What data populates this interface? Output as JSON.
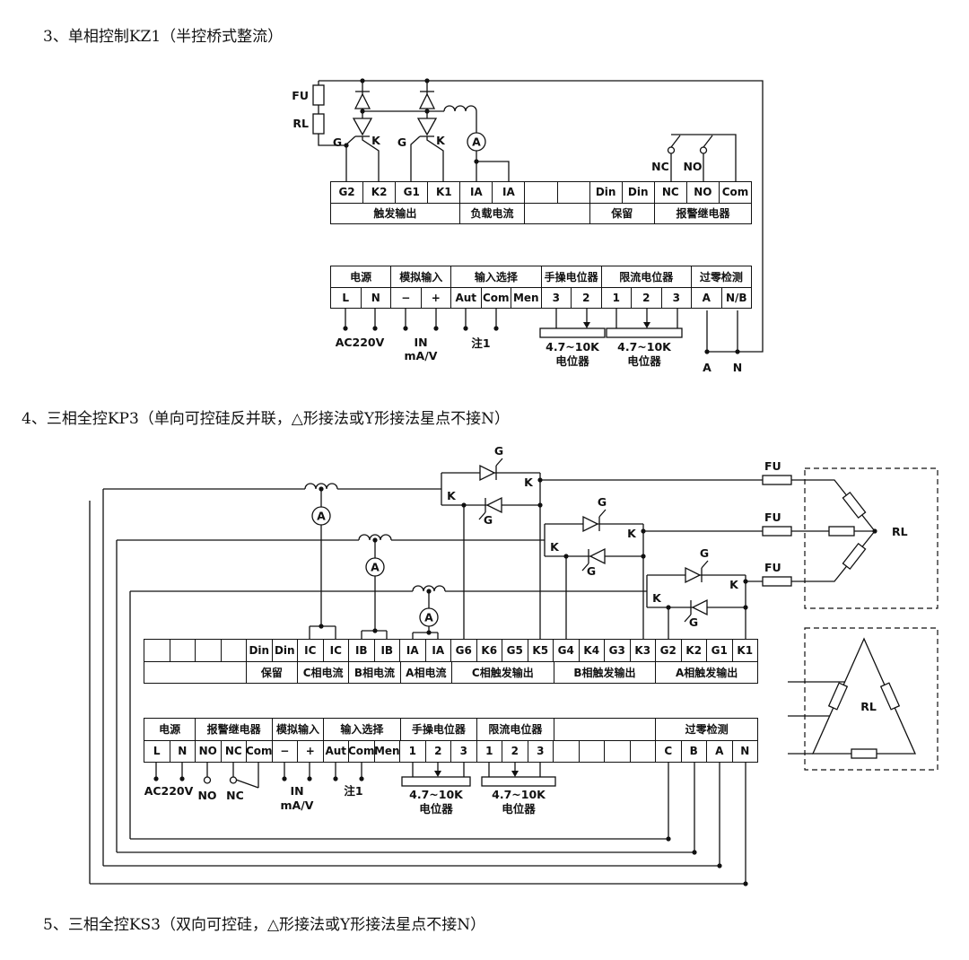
{
  "titles": {
    "s3": "3、单相控制KZ1（半控桥式整流）",
    "s4": "4、三相全控KP3（单向可控硅反并联，△形接法或Y形接法星点不接N）",
    "s5": "5、三相全控KS3（双向可控硅，△形接法或Y形接法星点不接N）"
  },
  "sym": {
    "g": "G",
    "k": "K",
    "a": "A",
    "fu": "FU",
    "rl": "RL",
    "nc": "NC",
    "no": "NO"
  },
  "kz1": {
    "block1": {
      "cells": [
        "G2",
        "K2",
        "G1",
        "K1",
        "IA",
        "IA",
        "",
        "",
        "Din",
        "Din",
        "NC",
        "NO",
        "Com"
      ],
      "groups": [
        {
          "label": "触发输出",
          "span": 4
        },
        {
          "label": "负载电流",
          "span": 2
        },
        {
          "label": "",
          "span": 2
        },
        {
          "label": "保留",
          "span": 2
        },
        {
          "label": "报警继电器",
          "span": 3
        }
      ]
    },
    "block2": {
      "groups": [
        {
          "label": "电源",
          "span": 2
        },
        {
          "label": "模拟输入",
          "span": 2
        },
        {
          "label": "输入选择",
          "span": 3
        },
        {
          "label": "手操电位器",
          "span": 2
        },
        {
          "label": "限流电位器",
          "span": 3
        },
        {
          "label": "过零检测",
          "span": 2
        }
      ],
      "cells": [
        "L",
        "N",
        "−",
        "+",
        "Aut",
        "Com",
        "Men",
        "3",
        "2",
        "1",
        "2",
        "3",
        "A",
        "N/B"
      ]
    },
    "notes": {
      "ac": "AC220V",
      "in": "IN",
      "mav": "mA/V",
      "note1": "注1",
      "pot_val": "4.7~10K",
      "pot_word": "电位器",
      "out_a": "A",
      "out_n": "N"
    }
  },
  "kp3": {
    "block1": {
      "cells": [
        "",
        "",
        "",
        "",
        "Din",
        "Din",
        "IC",
        "IC",
        "IB",
        "IB",
        "IA",
        "IA",
        "G6",
        "K6",
        "G5",
        "K5",
        "G4",
        "K4",
        "G3",
        "K3",
        "G2",
        "K2",
        "G1",
        "K1"
      ],
      "groups": [
        {
          "label": "",
          "span": 4
        },
        {
          "label": "保留",
          "span": 2
        },
        {
          "label": "C相电流",
          "span": 2
        },
        {
          "label": "B相电流",
          "span": 2
        },
        {
          "label": "A相电流",
          "span": 2
        },
        {
          "label": "C相触发输出",
          "span": 4
        },
        {
          "label": "B相触发输出",
          "span": 4
        },
        {
          "label": "A相触发输出",
          "span": 4
        }
      ]
    },
    "block2": {
      "groups": [
        {
          "label": "电源",
          "span": 2
        },
        {
          "label": "报警继电器",
          "span": 3
        },
        {
          "label": "模拟输入",
          "span": 2
        },
        {
          "label": "输入选择",
          "span": 3
        },
        {
          "label": "手操电位器",
          "span": 3
        },
        {
          "label": "限流电位器",
          "span": 3
        },
        {
          "label": "",
          "span": 4
        },
        {
          "label": "过零检测",
          "span": 4
        }
      ],
      "cells": [
        "L",
        "N",
        "NO",
        "NC",
        "Com",
        "−",
        "+",
        "Aut",
        "Com",
        "Men",
        "1",
        "2",
        "3",
        "1",
        "2",
        "3",
        "",
        "",
        "",
        "",
        "C",
        "B",
        "A",
        "N"
      ]
    },
    "notes": {
      "ac": "AC220V",
      "in": "IN",
      "mav": "mA/V",
      "note1": "注1",
      "pot_val": "4.7~10K",
      "pot_word": "电位器"
    }
  }
}
